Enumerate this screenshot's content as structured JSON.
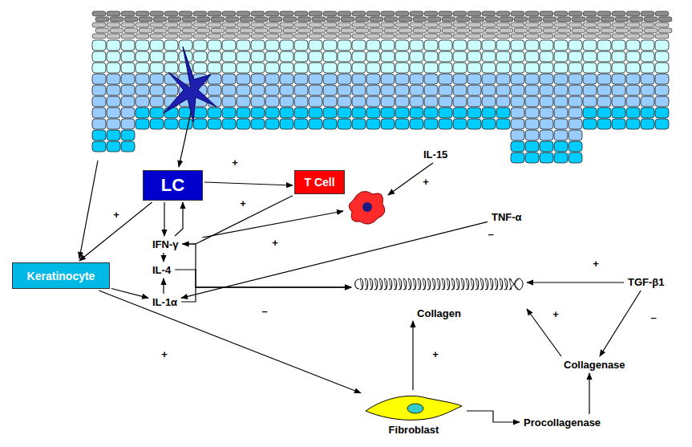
{
  "diagram": {
    "nodes": [
      {
        "text": [
          "LC"
        ]
      },
      {
        "text": [
          "T Cell"
        ]
      },
      {
        "text": [
          "IL-15"
        ]
      },
      {
        "text": [
          "TNF-α"
        ]
      },
      {
        "text": [
          "Keratinocyte"
        ]
      },
      {
        "text": [
          "IFN-γ"
        ]
      },
      {
        "text": [
          "IL-4"
        ]
      },
      {
        "text": [
          "IL-1α"
        ]
      },
      {
        "text": [
          "Collagen"
        ]
      },
      {
        "text": [
          "TGF-β1"
        ]
      },
      {
        "text": [
          "Collagenase"
        ]
      },
      {
        "text": [
          "Fibroblast"
        ]
      },
      {
        "text": [
          "Procollagenase"
        ]
      }
    ],
    "edges": [
      {
        "from": 0,
        "to": 4,
        "arrow": "to"
      },
      {
        "from": 0,
        "to": 1,
        "arrow": "to"
      },
      {
        "from": 0,
        "to": 5,
        "arrow": "to"
      },
      {
        "from": 5,
        "to": 0,
        "arrow": "to"
      },
      {
        "from": 1,
        "to": 5,
        "arrow": "to"
      },
      {
        "from": 5,
        "to": 6,
        "arrow": "to"
      },
      {
        "from": 7,
        "to": 6,
        "arrow": "to"
      },
      {
        "from": 4,
        "to": 7,
        "arrow": "to"
      },
      {
        "from": 3,
        "to": 7,
        "arrow": "to"
      },
      {
        "from": 5,
        "to": 8,
        "arrow": "to"
      },
      {
        "from": 6,
        "to": 8,
        "arrow": "to"
      },
      {
        "from": 7,
        "to": 8,
        "arrow": "to"
      },
      {
        "from": 9,
        "to": 8,
        "arrow": "to"
      },
      {
        "from": 9,
        "to": 10,
        "arrow": "to"
      },
      {
        "from": 10,
        "to": 8,
        "arrow": "to"
      },
      {
        "from": 11,
        "to": 8,
        "arrow": "to"
      },
      {
        "from": 11,
        "to": 12,
        "arrow": "to"
      },
      {
        "from": 12,
        "to": 10,
        "arrow": "to"
      },
      {
        "from": 4,
        "to": 11,
        "arrow": "to"
      }
    ],
    "labels": [
      "+",
      "+",
      "+",
      "+",
      "–",
      "+",
      "+",
      "–",
      "+",
      "–",
      "+",
      "+"
    ]
  }
}
